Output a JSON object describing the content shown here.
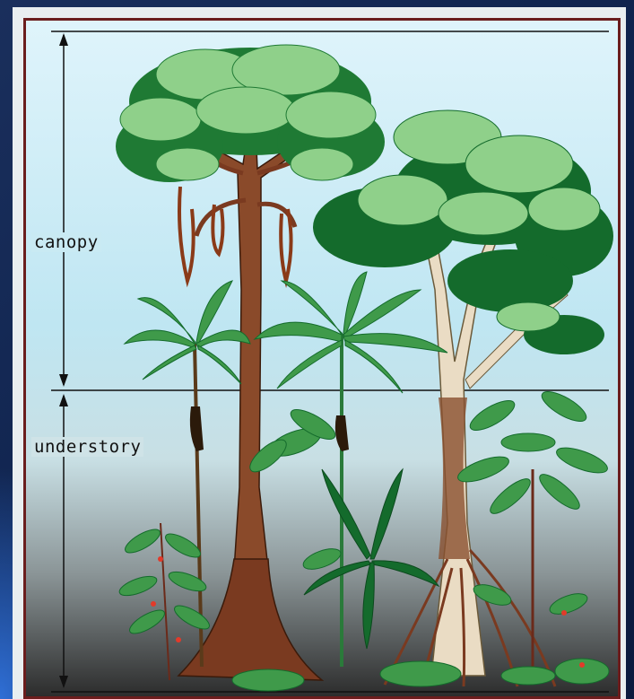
{
  "diagram": {
    "layers": [
      {
        "id": "canopy",
        "label": "canopy"
      },
      {
        "id": "understory",
        "label": "understory"
      }
    ]
  },
  "colors": {
    "background": "#10244f",
    "frame": "#6b1d1d",
    "sky_top": "#d8f1fb",
    "sky_bottom": "#bfe6f2",
    "ground_dark": "#3a3a3a",
    "foliage_light": "#8fd08a",
    "foliage_mid": "#3f9a4a",
    "foliage_dark": "#146b2c",
    "trunk_brown": "#7a3a20",
    "trunk_pale": "#eadcc4"
  },
  "icons": [
    "up-arrow-icon",
    "down-arrow-icon",
    "tree-illustration"
  ]
}
